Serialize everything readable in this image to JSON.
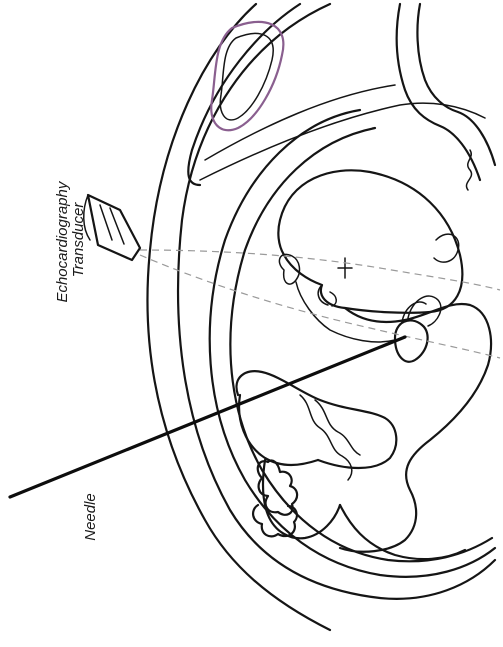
{
  "labels": {
    "transducer": "Echocardiography Transducer",
    "needle": "Needle"
  },
  "colors": {
    "ink": "#151515",
    "ultrasound_beam": "#9a9a9a",
    "blood_vessel": "#8a5f8f",
    "background": "#ffffff"
  },
  "icons": {
    "transducer": "ultrasound-probe-icon",
    "needle": "needle-line",
    "fetus": "fetus-illustration"
  }
}
